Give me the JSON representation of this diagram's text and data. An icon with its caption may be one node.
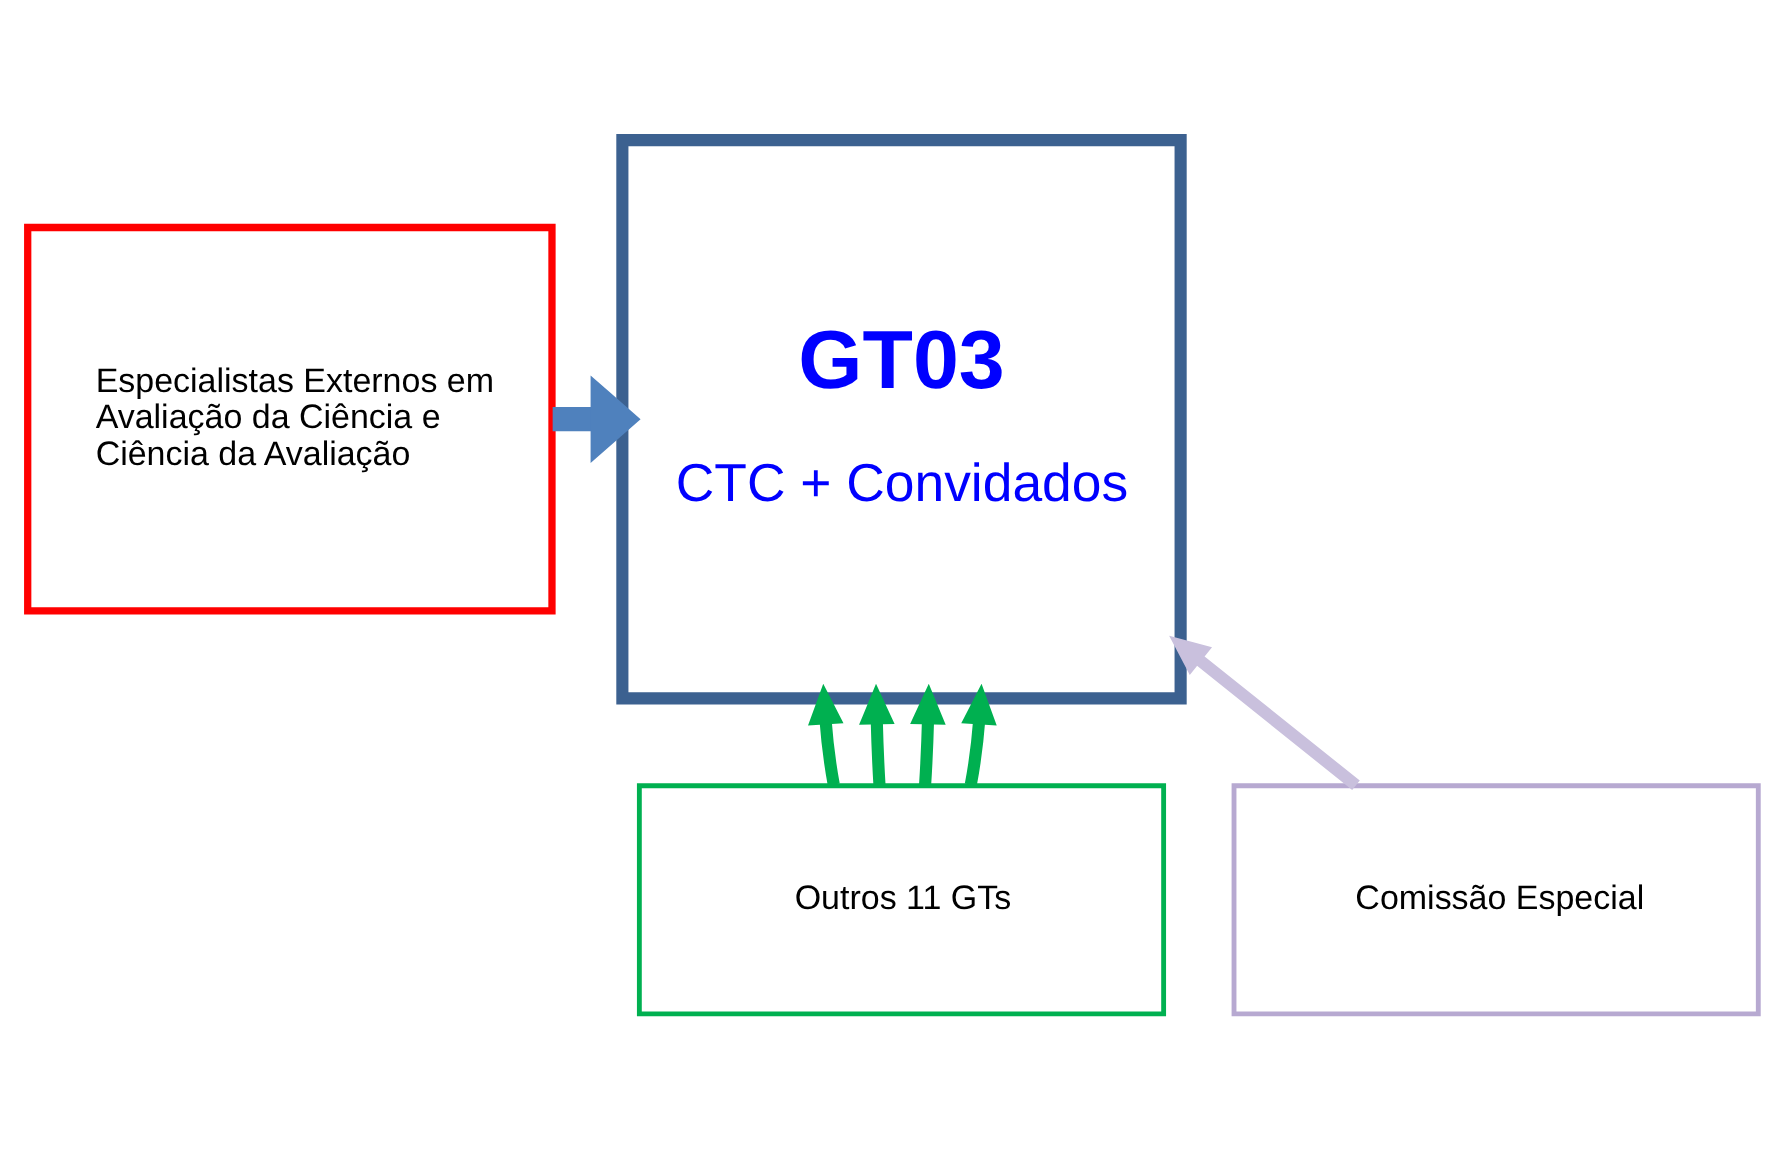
{
  "diagram": {
    "nodes": [
      {
        "text": [
          "GT03",
          "CTC + Convidados"
        ]
      },
      {
        "text": [
          "Especialistas Externos em Avaliação da Ciência e Ciência da Avaliação"
        ]
      },
      {
        "text": [
          "Outros 11 GTs"
        ]
      },
      {
        "text": [
          "Comissão Especial"
        ]
      }
    ],
    "edges": [
      {
        "from": 1,
        "to": 0,
        "arrow": "to",
        "style": "thick",
        "color": "#4f81bd"
      },
      {
        "from": 2,
        "to": 0,
        "arrow": "to"
      },
      {
        "from": 2,
        "to": 0,
        "arrow": "to"
      },
      {
        "from": 2,
        "to": 0,
        "arrow": "to"
      },
      {
        "from": 2,
        "to": 0,
        "arrow": "to"
      },
      {
        "from": 3,
        "to": 0,
        "arrow": "to",
        "color": "#c9c0dd"
      }
    ]
  }
}
